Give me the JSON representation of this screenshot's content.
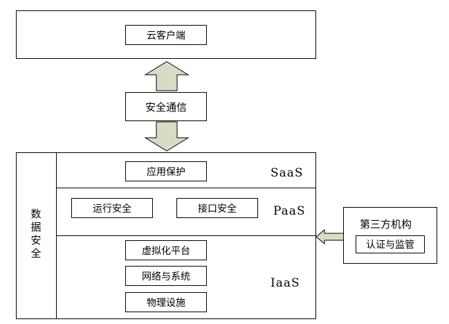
{
  "client": {
    "label": "云客户端"
  },
  "secure_comm": {
    "label": "安全通信"
  },
  "data_security": {
    "lines": [
      "数据",
      "安全"
    ]
  },
  "saas": {
    "name": "SaaS",
    "items": [
      "应用保护"
    ]
  },
  "paas": {
    "name": "PaaS",
    "items": [
      "运行安全",
      "接口安全"
    ]
  },
  "iaas": {
    "name": "IaaS",
    "items": [
      "虚拟化平台",
      "网络与系统",
      "物理设施"
    ]
  },
  "third_party": {
    "title": "第三方机构",
    "item": "认证与监管"
  },
  "colors": {
    "arrow_fill": "#d9dcc4",
    "stroke": "#000000"
  }
}
